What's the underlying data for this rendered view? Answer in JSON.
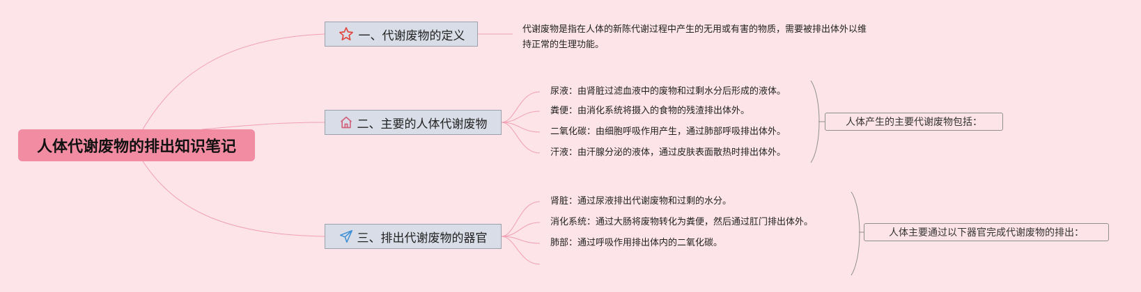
{
  "title": "人体代谢废物的排出知识笔记",
  "branches": [
    {
      "label": "一、代谢废物的定义",
      "icon": "star-icon",
      "definition": "代谢废物是指在人体的新陈代谢过程中产生的无用或有害的物质，需要被排出体外以维持正常的生理功能。"
    },
    {
      "label": "二、主要的人体代谢废物",
      "icon": "home-icon",
      "items": [
        "尿液：由肾脏过滤血液中的废物和过剩水分后形成的液体。",
        "粪便：由消化系统将摄入的食物的残渣排出体外。",
        "二氧化碳：由细胞呼吸作用产生，通过肺部呼吸排出体外。",
        "汗液：由汗腺分泌的液体，通过皮肤表面散热时排出体外。"
      ],
      "summary": "人体产生的主要代谢废物包括："
    },
    {
      "label": "三、排出代谢废物的器官",
      "icon": "send-icon",
      "items": [
        "肾脏：通过尿液排出代谢废物和过剩的水分。",
        "消化系统：通过大肠将废物转化为粪便，然后通过肛门排出体外。",
        "肺部：通过呼吸作用排出体内的二氧化碳。"
      ],
      "summary": "人体主要通过以下器官完成代谢废物的排出："
    }
  ],
  "colors": {
    "background": "#fde4e8",
    "root": "#f28ca3",
    "branch_fill": "#d9dde7",
    "link": "#f0a0b4",
    "star": "#e0463c",
    "home": "#d2607a",
    "send": "#3a8fd6"
  }
}
